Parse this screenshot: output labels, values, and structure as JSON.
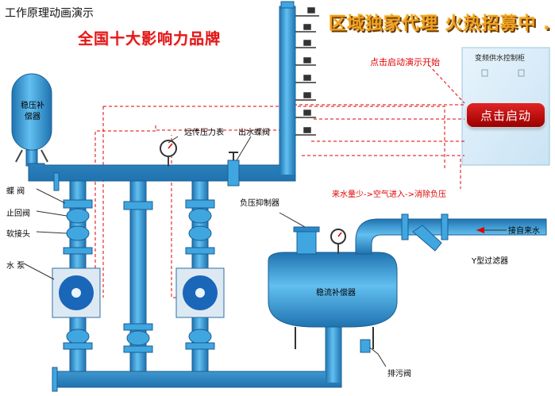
{
  "header": {
    "title": "工作原理动画演示",
    "brand_slogan": "全国十大影响力品牌",
    "promo_banner": "区域独家代理  火热招募中 . . ."
  },
  "control_cabinet": {
    "title": "变频供水控制柜",
    "start_button": "点击启动",
    "start_hint": "点击启动演示开始"
  },
  "labels": {
    "pressure_tank": "稳压补偿器",
    "butterfly_valve": "蝶  阀",
    "check_valve": "止回阀",
    "soft_joint": "软接头",
    "pump": "水  泵",
    "remote_gauge": "远传压力表",
    "outlet_valve": "出水蝶阀",
    "negative_pressure_suppressor": "负压抑制器",
    "process_note": "来水量少->空气进入->消除负压",
    "stabilizer_tank": "稳流补偿器",
    "inlet": "接自来水",
    "y_filter": "Y型过滤器",
    "drain_valve": "排污阀"
  },
  "colors": {
    "pipe": "#3fa6e0",
    "pipe_edge": "#1c5e92",
    "water": "#7ccaf2",
    "annotation_red": "#e00000",
    "button_red": "#c80000",
    "banner_gold": "#f0a020"
  }
}
